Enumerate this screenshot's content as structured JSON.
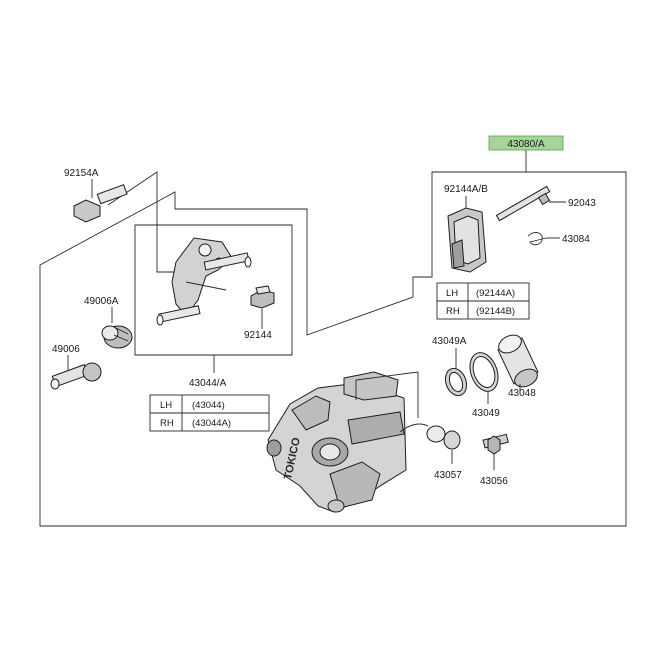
{
  "diagram": {
    "callouts": {
      "assembly": "43080/A",
      "p92154A": "92154A",
      "p49006A": "49006A",
      "p49006": "49006",
      "p92144": "92144",
      "p43044A": "43044/A",
      "p92144AB": "92144A/B",
      "p92043": "92043",
      "p43084": "43084",
      "p43049A": "43049A",
      "p43049": "43049",
      "p43048": "43048",
      "p43057": "43057",
      "p43056": "43056"
    },
    "caliper_brand": "TOKICO",
    "bracket_table": [
      {
        "side": "LH",
        "part": "(43044)"
      },
      {
        "side": "RH",
        "part": "(43044A)"
      }
    ],
    "pad_table": [
      {
        "side": "LH",
        "part": "(92144A)"
      },
      {
        "side": "RH",
        "part": "(92144B)"
      }
    ],
    "highlight_color": "#a6d59a"
  }
}
